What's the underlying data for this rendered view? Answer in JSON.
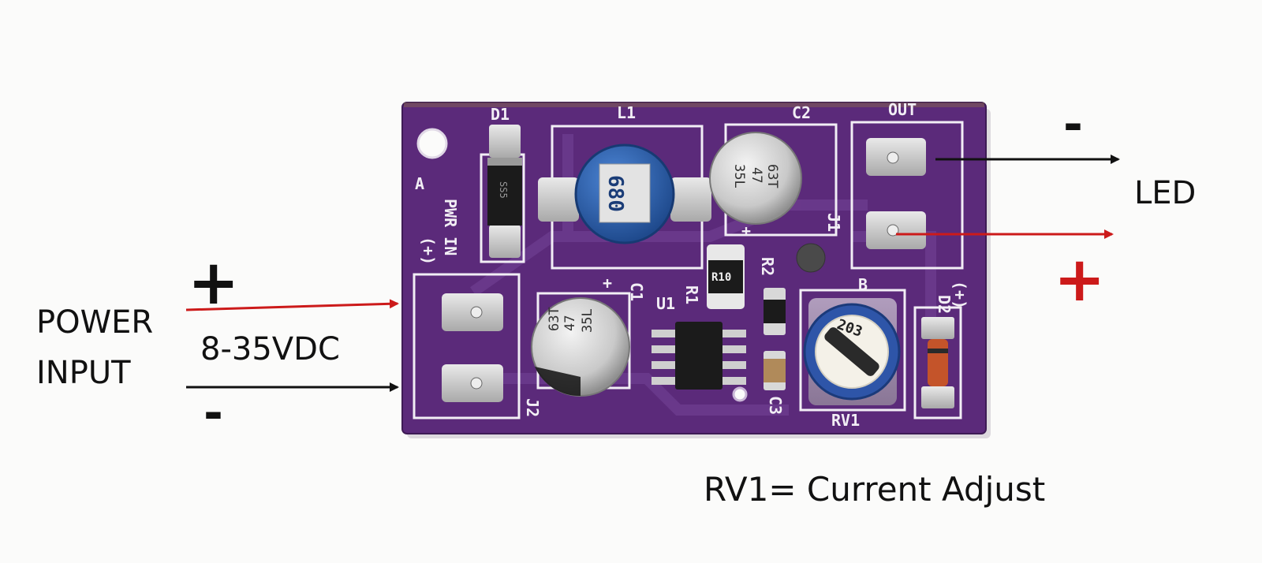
{
  "labels": {
    "power_line1": "POWER",
    "power_line2": "INPUT",
    "voltage": "8-35VDC",
    "led": "LED",
    "rv1_note": "RV1= Current Adjust",
    "in_plus": "+",
    "in_minus": "-",
    "out_minus": "-",
    "out_plus": "+"
  },
  "silkscreen": {
    "d1": "D1",
    "l1": "L1",
    "c2": "C2",
    "out": "OUT",
    "j1": "J1",
    "pwr_in": "PWR IN",
    "pwr_in_pol": "(+)",
    "a": "A",
    "c1": "C1",
    "c1_plus": "+",
    "c2_plus": "+",
    "r1": "R1",
    "r2": "R2",
    "u1": "U1",
    "b": "B",
    "d2": "D2",
    "d2_pol": "(+)",
    "c3": "C3",
    "rv1": "RV1",
    "j2": "J2"
  },
  "markings": {
    "inductor": "680",
    "cap_c2": [
      "63T",
      "47",
      "35L"
    ],
    "cap_c1": [
      "63T",
      "47",
      "35L"
    ],
    "resistor": "R10",
    "pot": "203",
    "d1_body": "SS5"
  },
  "colors": {
    "pcb": "#5b2a7a",
    "silk": "#f2eef5",
    "arrow_red": "#cc1a1a",
    "arrow_black": "#111111",
    "inductor": "#2f67b8",
    "pot": "#2e55a8"
  }
}
